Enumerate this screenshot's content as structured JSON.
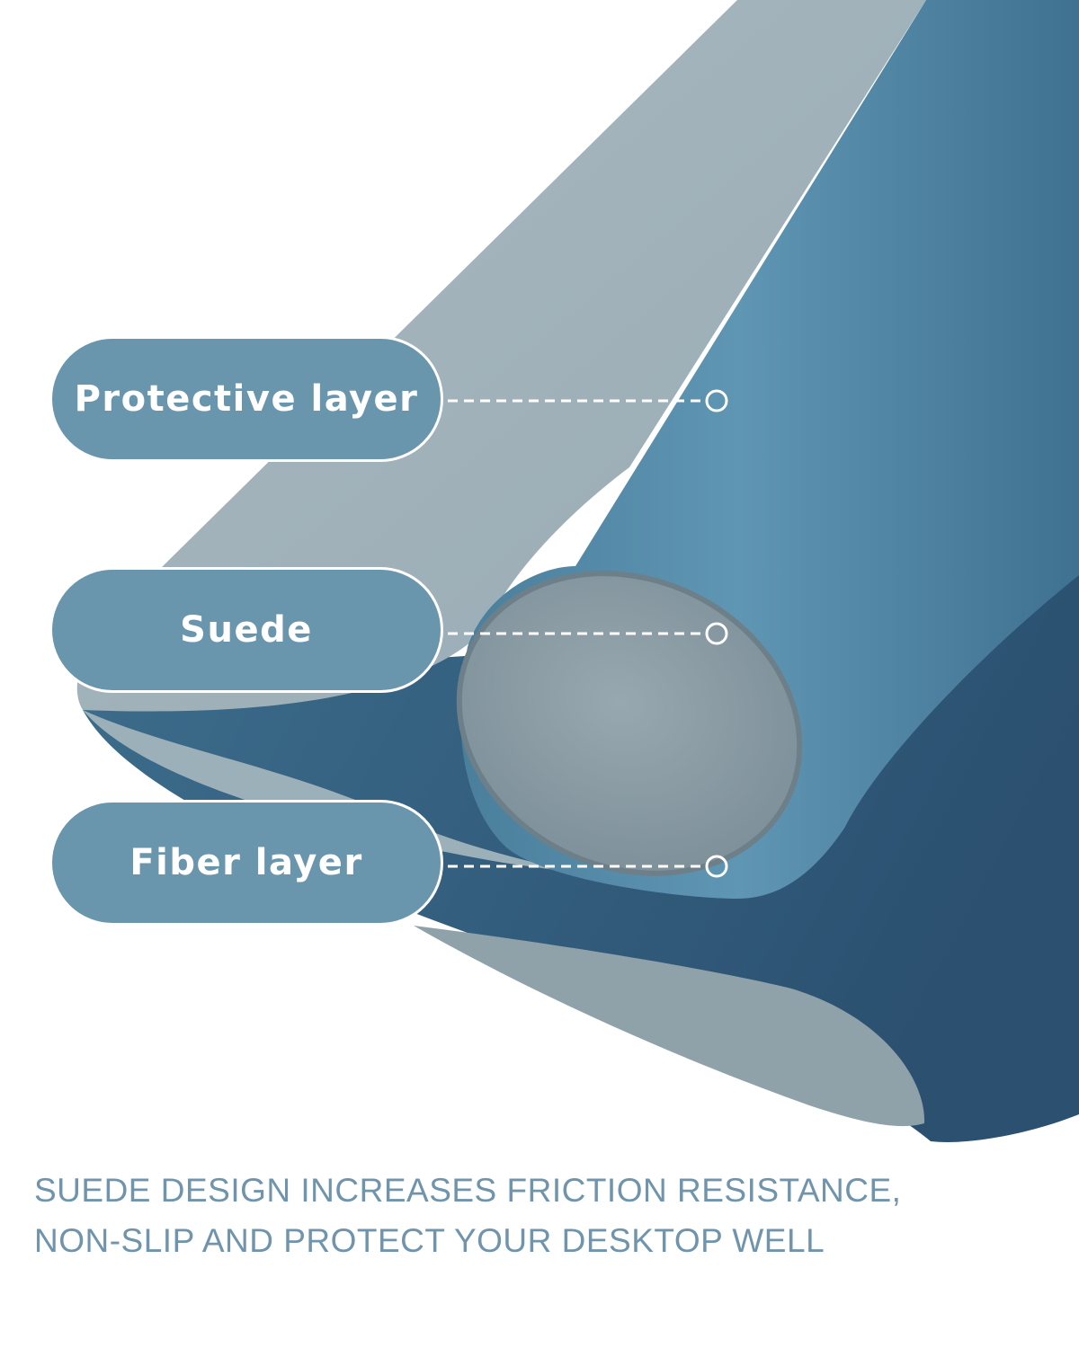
{
  "callouts": [
    {
      "label": "Protective layer"
    },
    {
      "label": "Suede"
    },
    {
      "label": "Fiber layer"
    }
  ],
  "caption": {
    "line1": "SUEDE DESIGN INCREASES FRICTION RESISTANCE,",
    "line2": "NON-SLIP AND PROTECT YOUR DESKTOP WELL"
  },
  "colors": {
    "callout_fill": "#6a96ad",
    "caption_text": "#6f94ab",
    "mat_top_gray": "#a2b4bd",
    "mat_blue": "#4f86a4",
    "mat_dark_blue": "#305877",
    "suede_gray": "#8b9ca4",
    "connector": "#ffffff"
  }
}
